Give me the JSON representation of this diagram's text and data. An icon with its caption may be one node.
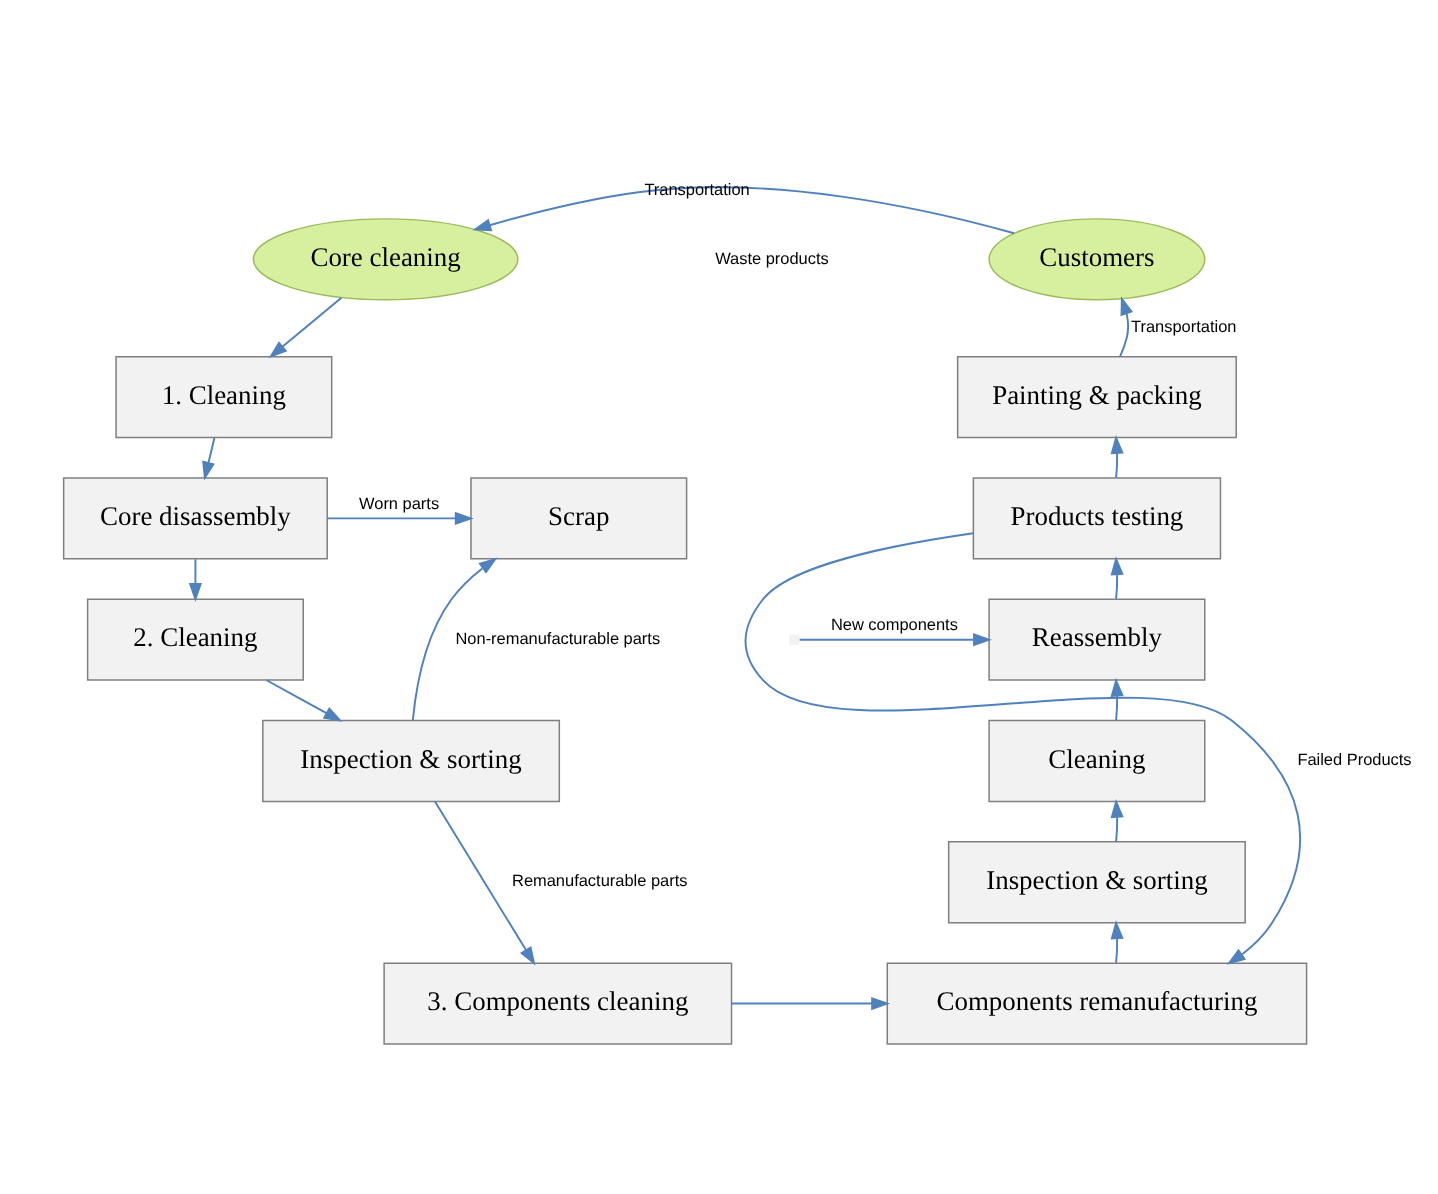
{
  "diagram": {
    "nodes": [
      {
        "text": [
          "Core cleaning"
        ]
      },
      {
        "text": [
          "Customers"
        ]
      },
      {
        "text": [
          "1. Cleaning"
        ]
      },
      {
        "text": [
          "Core disassembly"
        ]
      },
      {
        "text": [
          "Scrap"
        ]
      },
      {
        "text": [
          "2. Cleaning"
        ]
      },
      {
        "text": [
          "Inspection & sorting"
        ]
      },
      {
        "text": [
          "3. Components cleaning"
        ]
      },
      {
        "text": [
          "Components remanufacturing"
        ]
      },
      {
        "text": [
          "Inspection & sorting"
        ]
      },
      {
        "text": [
          "Cleaning"
        ]
      },
      {
        "text": [
          "Reassembly"
        ]
      },
      {
        "text": [
          "Products testing"
        ]
      },
      {
        "text": [
          "Painting & packing"
        ]
      }
    ],
    "edges": [
      {
        "from": 1,
        "to": 0,
        "arrow": "to",
        "label": "Transportation"
      },
      {
        "from": 0,
        "to": 2,
        "arrow": "to"
      },
      {
        "from": 2,
        "to": 3,
        "arrow": "to"
      },
      {
        "from": 3,
        "to": 4,
        "arrow": "to",
        "label": "Worn parts"
      },
      {
        "from": 3,
        "to": 5,
        "arrow": "to"
      },
      {
        "from": 5,
        "to": 6,
        "arrow": "to"
      },
      {
        "from": 6,
        "to": 4,
        "arrow": "to",
        "label": "Non-remanufacturable parts"
      },
      {
        "from": 6,
        "to": 7,
        "arrow": "to",
        "label": "Remanufacturable parts"
      },
      {
        "from": 7,
        "to": 8,
        "arrow": "to"
      },
      {
        "from": 8,
        "to": 9,
        "arrow": "to"
      },
      {
        "from": 9,
        "to": 10,
        "arrow": "to"
      },
      {
        "from": 10,
        "to": 11,
        "arrow": "to"
      },
      {
        "from": null,
        "to": 11,
        "arrow": "to",
        "label": "New components"
      },
      {
        "from": 11,
        "to": 12,
        "arrow": "to"
      },
      {
        "from": 12,
        "to": 13,
        "arrow": "to"
      },
      {
        "from": 12,
        "to": 8,
        "arrow": "to",
        "label": "Failed Products"
      },
      {
        "from": 13,
        "to": 1,
        "arrow": "to",
        "label": "Transportation"
      }
    ],
    "labels": [
      "Waste products"
    ]
  }
}
